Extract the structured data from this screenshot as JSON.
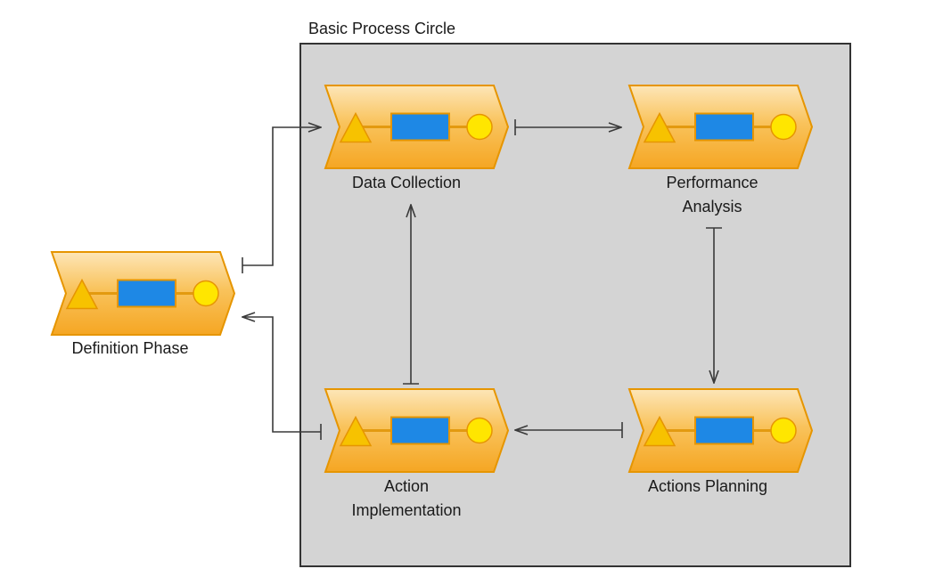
{
  "frame": {
    "title": "Basic Process Circle"
  },
  "nodes": [
    {
      "id": "definition-phase",
      "label_lines": [
        "Definition Phase"
      ]
    },
    {
      "id": "data-collection",
      "label_lines": [
        "Data Collection"
      ]
    },
    {
      "id": "performance-analysis",
      "label_lines": [
        "Performance",
        "Analysis"
      ]
    },
    {
      "id": "actions-planning",
      "label_lines": [
        "Actions Planning"
      ]
    },
    {
      "id": "action-implementation",
      "label_lines": [
        "Action",
        "Implementation"
      ]
    }
  ],
  "edges": [
    {
      "from": "definition-phase",
      "to": "data-collection"
    },
    {
      "from": "data-collection",
      "to": "performance-analysis"
    },
    {
      "from": "performance-analysis",
      "to": "actions-planning"
    },
    {
      "from": "actions-planning",
      "to": "action-implementation"
    },
    {
      "from": "action-implementation",
      "to": "data-collection"
    },
    {
      "from": "action-implementation",
      "to": "definition-phase"
    }
  ],
  "colors": {
    "frame_fill": "#d4d4d4",
    "frame_stroke": "#333333",
    "node_fill_light": "#fde6b8",
    "node_fill_dark": "#f5a623",
    "node_stroke": "#e69500",
    "triangle": "#f7c200",
    "rectangle": "#1e88e5",
    "circle": "#ffe600"
  }
}
